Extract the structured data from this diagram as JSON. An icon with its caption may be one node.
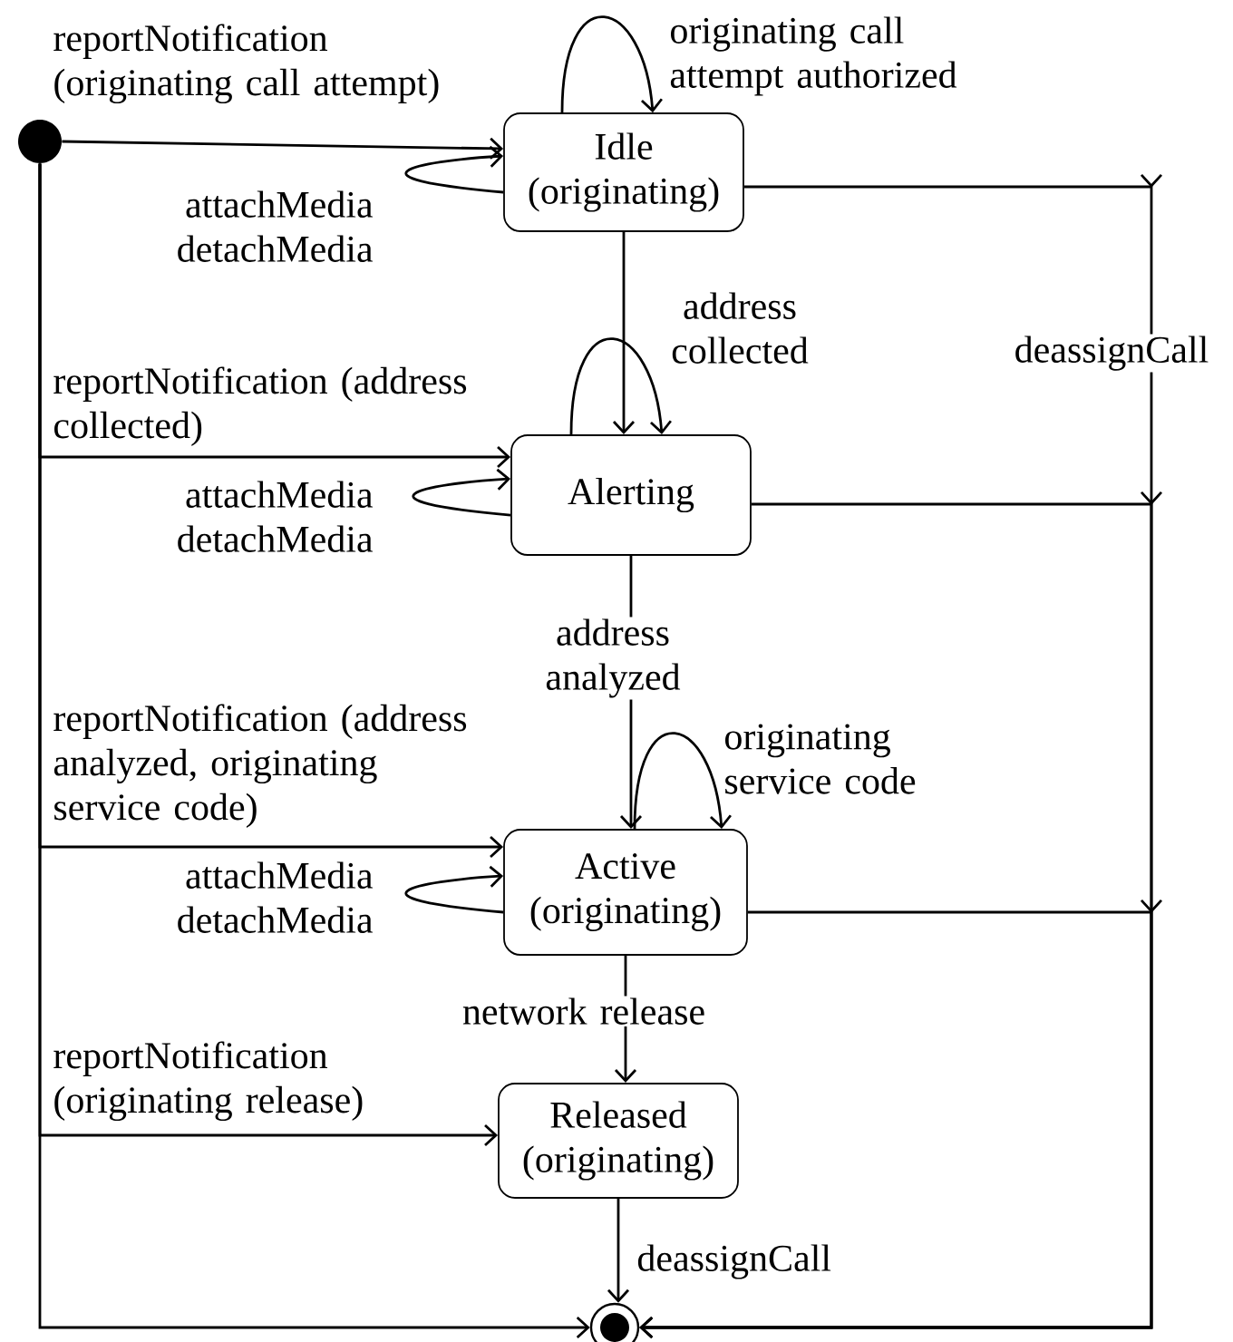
{
  "diagram": {
    "nodes": [
      {
        "text": [],
        "shape": "circle"
      },
      {
        "text": [
          "Idle (originating)"
        ]
      },
      {
        "text": [
          "Alerting"
        ]
      },
      {
        "text": [
          "Active (originating)"
        ]
      },
      {
        "text": [
          "Released (originating)"
        ]
      },
      {
        "text": [],
        "shape": "circle"
      }
    ],
    "edges": [
      {
        "from": 0,
        "to": 1,
        "arrow": "to",
        "label": "reportNotification (originating call attempt)"
      },
      {
        "from": 1,
        "to": 1,
        "arrow": "to",
        "label": "originating call attempt authorized"
      },
      {
        "from": 1,
        "to": 1,
        "arrow": "to",
        "label": "attachMedia detachMedia"
      },
      {
        "from": 1,
        "to": 2,
        "arrow": "to"
      },
      {
        "from": 2,
        "to": 2,
        "arrow": "to",
        "label": "address collected"
      },
      {
        "from": 0,
        "to": 2,
        "arrow": "to",
        "label": "reportNotification (address collected)"
      },
      {
        "from": 2,
        "to": 2,
        "arrow": "to",
        "label": "attachMedia detachMedia"
      },
      {
        "from": 2,
        "to": 3,
        "arrow": "to",
        "label": "address analyzed"
      },
      {
        "from": 0,
        "to": 3,
        "arrow": "to",
        "label": "reportNotification (address analyzed, originating service code)"
      },
      {
        "from": 3,
        "to": 3,
        "arrow": "to",
        "label": "originating service code"
      },
      {
        "from": 3,
        "to": 3,
        "arrow": "to",
        "label": "attachMedia detachMedia"
      },
      {
        "from": 3,
        "to": 4,
        "arrow": "to",
        "label": "network release"
      },
      {
        "from": 0,
        "to": 4,
        "arrow": "to",
        "label": "reportNotification (originating release)"
      },
      {
        "from": 4,
        "to": 5,
        "arrow": "to",
        "label": "deassignCall"
      },
      {
        "from": 0,
        "to": 5,
        "arrow": "to"
      },
      {
        "from": 1,
        "to": 5,
        "arrow": "to",
        "label": "deassignCall"
      },
      {
        "from": 2,
        "to": 5,
        "arrow": "to"
      },
      {
        "from": 3,
        "to": 5,
        "arrow": "to"
      }
    ]
  }
}
